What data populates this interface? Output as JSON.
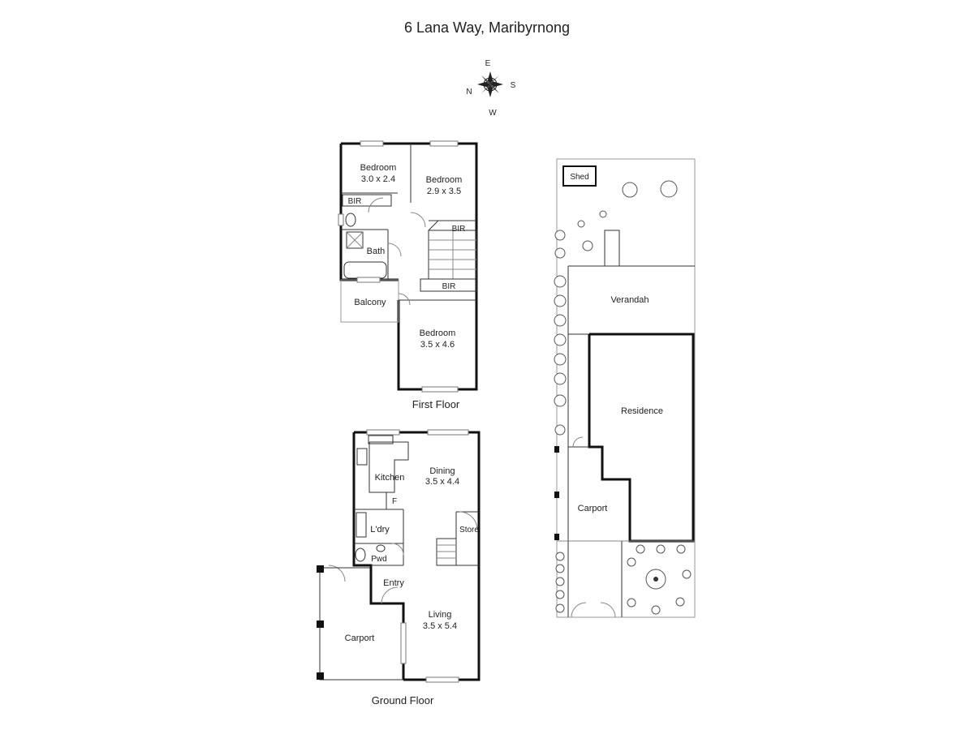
{
  "title": "6 Lana Way, Maribyrnong",
  "compass": {
    "north": "N",
    "east": "E",
    "south": "S",
    "west": "W"
  },
  "first_floor": {
    "caption": "First Floor",
    "bedroom1_name": "Bedroom",
    "bedroom1_size": "3.0 x 2.4",
    "bedroom2_name": "Bedroom",
    "bedroom2_size": "2.9 x 3.5",
    "bedroom3_name": "Bedroom",
    "bedroom3_size": "3.5 x 4.6",
    "bir1": "BIR",
    "bir2": "BIR",
    "bir3": "BIR",
    "bath": "Bath",
    "balcony": "Balcony"
  },
  "ground_floor": {
    "caption": "Ground Floor",
    "kitchen": "Kitchen",
    "fridge": "F",
    "dining_name": "Dining",
    "dining_size": "3.5 x 4.4",
    "laundry": "L'dry",
    "store": "Store",
    "powder": "Pwd",
    "entry": "Entry",
    "living_name": "Living",
    "living_size": "3.5 x 5.4",
    "carport": "Carport"
  },
  "site_plan": {
    "shed": "Shed",
    "verandah": "Verandah",
    "residence": "Residence",
    "carport": "Carport"
  }
}
